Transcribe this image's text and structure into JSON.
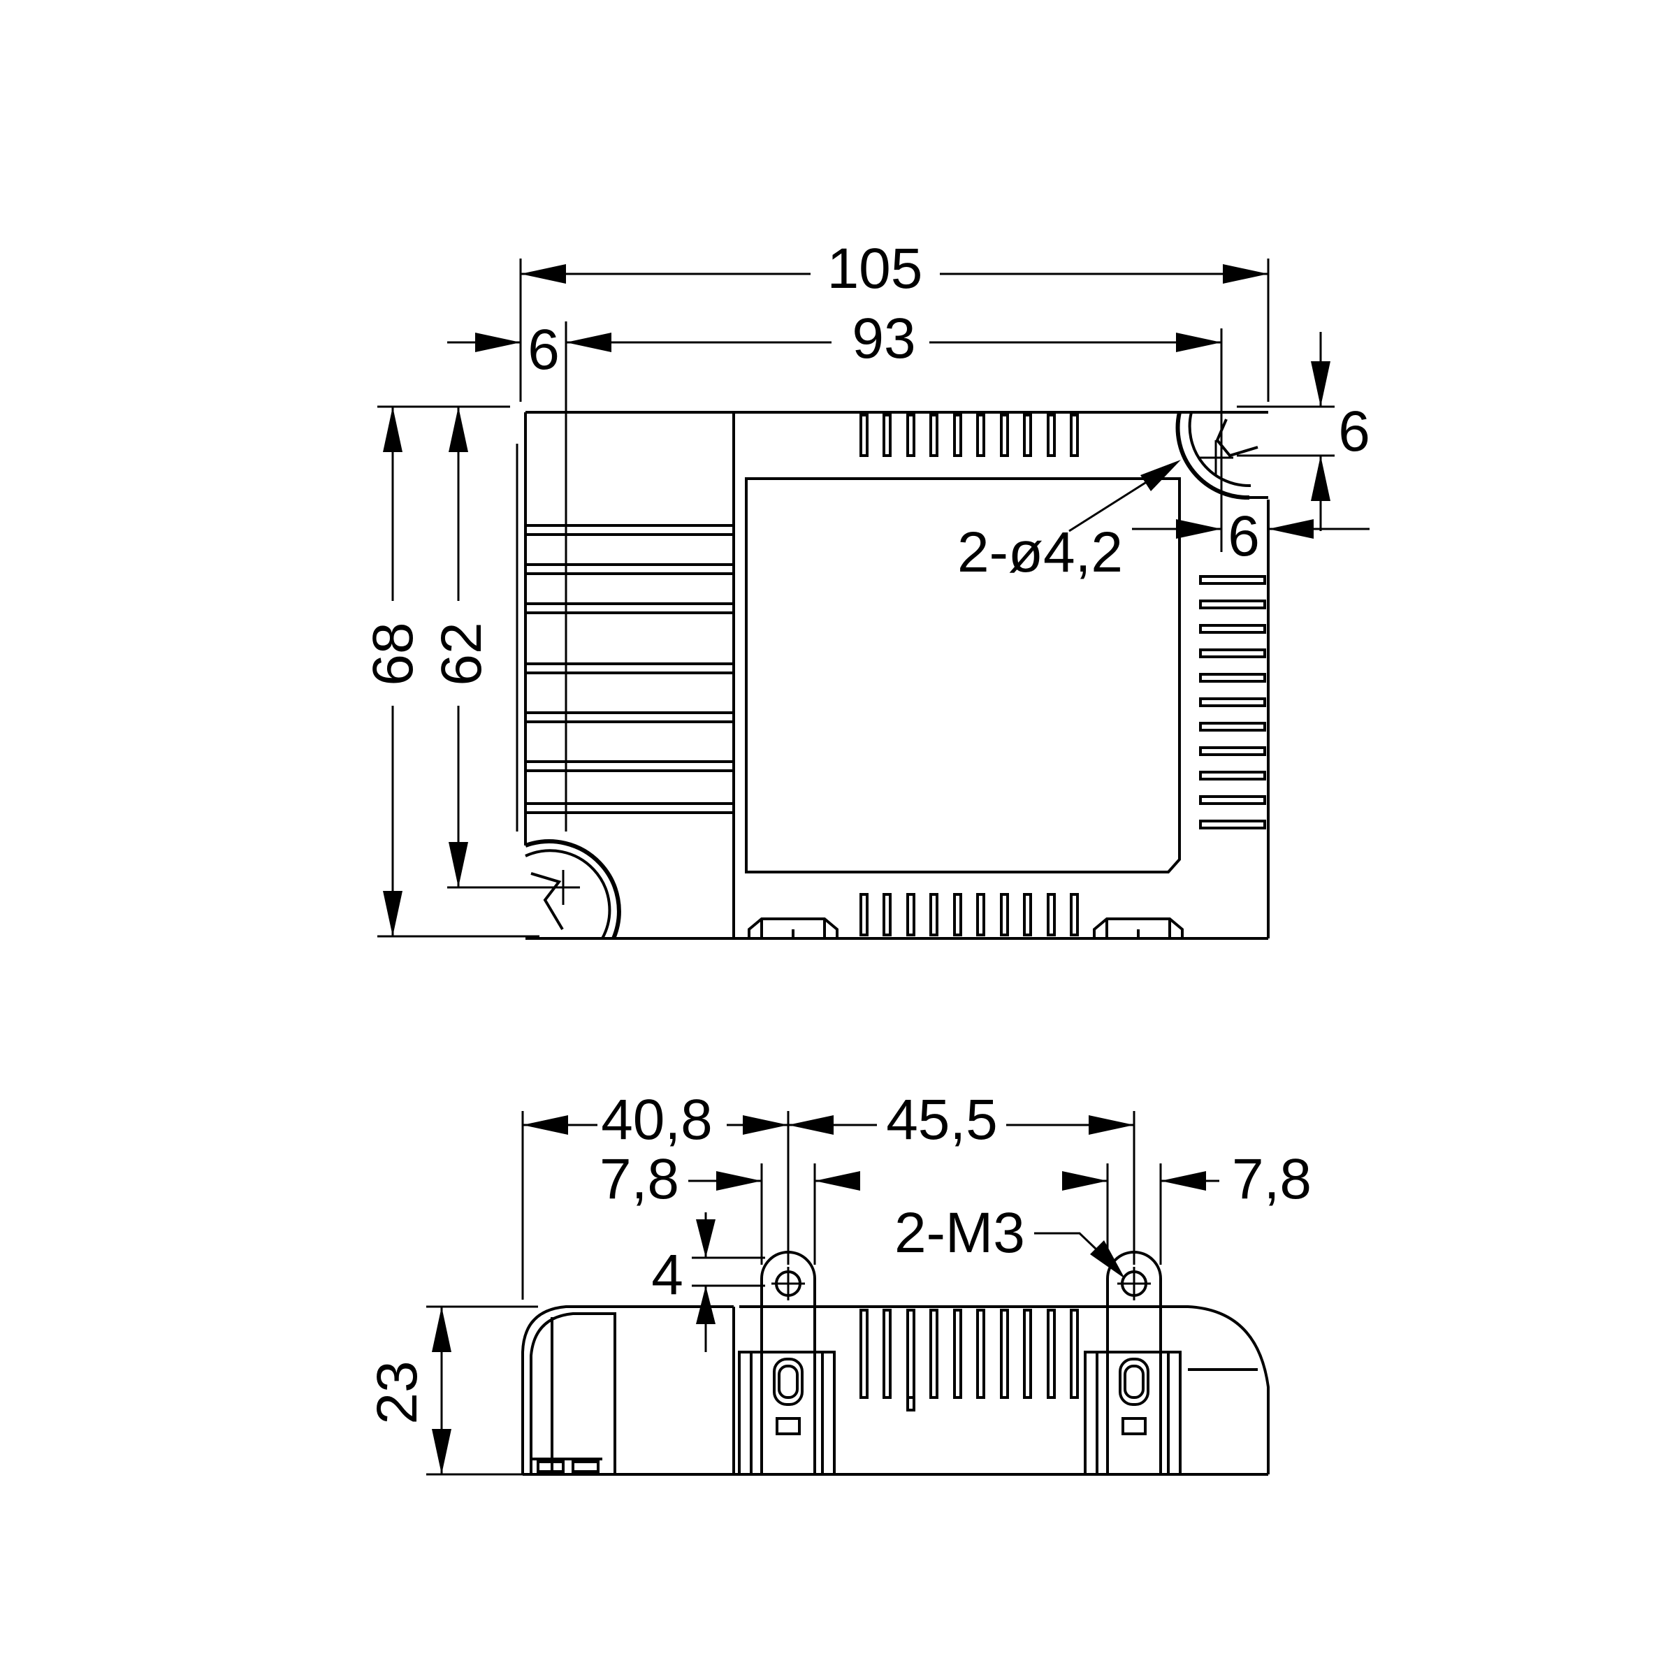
{
  "colors": {
    "line": "#000000",
    "background": "#ffffff"
  },
  "top_view": {
    "dims": {
      "overall_width": "105",
      "hole_spacing_x": "93",
      "left_offset": "6",
      "overall_height": "68",
      "hole_spacing_y": "62",
      "top_hole_offset": "6",
      "right_hole_offset": "6"
    },
    "hole_callout": "2-ø4,2"
  },
  "side_view": {
    "dims": {
      "left_to_tab": "40,8",
      "tab_spacing": "45,5",
      "tab_width_left": "7,8",
      "tab_width_right": "7,8",
      "tab_height": "4",
      "body_height": "23"
    },
    "screw_callout": "2-M3"
  }
}
